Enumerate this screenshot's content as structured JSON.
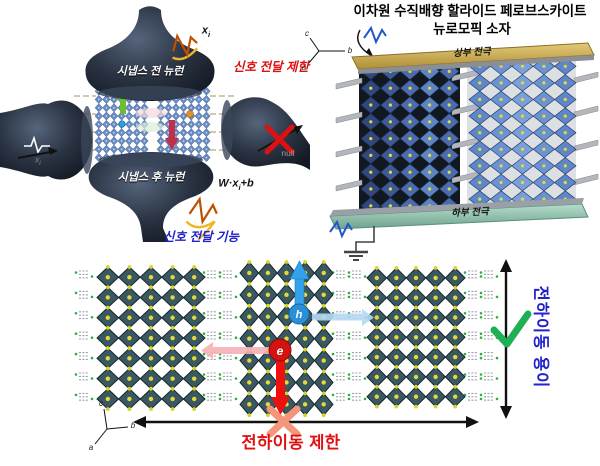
{
  "figure": {
    "synapse": {
      "pre_neuron": "시냅스 전 뉴런",
      "post_neuron": "시냅스 후 뉴런",
      "signal_restricted": "신호 전달 제한",
      "signal_enabled": "신호 전달 기능",
      "input_var": "x",
      "input_sub": "i",
      "weight_pre": "W·x",
      "weight_sub": "i",
      "weight_post": "+b",
      "null_label": "null"
    },
    "device": {
      "title_line1": "이차원 수직배향 할라이드 페로브스카이트",
      "title_line2": "뉴로모픽 소자",
      "top_electrode": "상부 전극",
      "bottom_electrode": "하부 전극"
    },
    "crystal": {
      "charge_easy": "전하이동 용이",
      "charge_restricted": "전하이동 제한",
      "electron": "e",
      "hole": "h"
    },
    "axes": {
      "a": "a",
      "b": "b",
      "c": "c"
    },
    "colors": {
      "accent_red": "#e01010",
      "accent_blue": "#2222cc",
      "check_green": "#1faf54",
      "cross_salmon": "#f4967a",
      "electron_red": "#d41212",
      "hole_blue": "#2b8fd8",
      "arrow_blue_up": "#33a2ea",
      "arrow_red_down": "#ee0f0f",
      "arrow_pink": "#f6b0b6",
      "arrow_lightblue": "#b5d9f2",
      "gold_electrode": "#c9a850",
      "teal_electrode": "#8cc0ac",
      "perovskite_blue": "#5c84c4",
      "octahedra_teal": "#395861",
      "dot_yellow": "#e6d83a",
      "lattice_blue": "#6a8cc2",
      "spike_orange": "#c05000",
      "spike_yellow": "#f0b429",
      "spike_blue": "#2255cc",
      "green_arrow": "#6abf30",
      "crimson_arrow": "#c03048"
    }
  }
}
